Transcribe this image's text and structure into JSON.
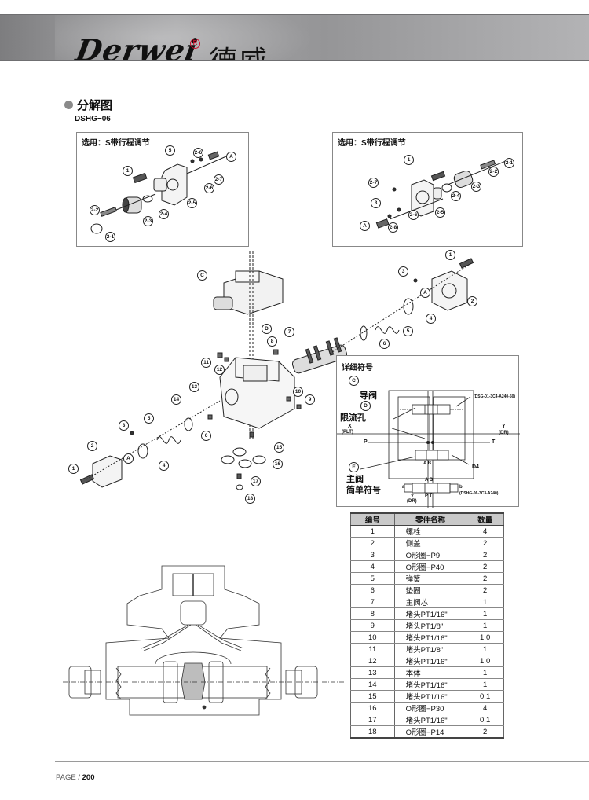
{
  "header": {
    "brand_latin": "Derwei",
    "brand_registered": "R",
    "brand_chinese": "德威"
  },
  "section": {
    "title": "分解图",
    "model": "DSHG−06"
  },
  "option_boxes": [
    {
      "caption": "选用：S带行程调节",
      "labels": [
        "5",
        "2-6",
        "A",
        "1",
        "2-7",
        "2-6",
        "2-5",
        "2-2",
        "2-4",
        "2-3",
        "2-1"
      ]
    },
    {
      "caption": "选用：S带行程调节",
      "labels": [
        "1",
        "2-1",
        "2-2",
        "2-7",
        "2-3",
        "2-4",
        "3",
        "2-6",
        "2-5",
        "A",
        "2-8"
      ]
    }
  ],
  "exploded_view": {
    "labels": [
      "C",
      "D",
      "8",
      "7",
      "6",
      "5",
      "4",
      "A",
      "3",
      "1",
      "2",
      "11",
      "12",
      "13",
      "14",
      "10",
      "9",
      "15",
      "16",
      "17",
      "18",
      "6",
      "5",
      "4",
      "3",
      "2",
      "1",
      "A"
    ]
  },
  "symbol_panel": {
    "title": "详细符号",
    "label_c": "C",
    "label_d": "D",
    "label_e": "E",
    "pilot_valve": "导阀",
    "orifice": "限流孔",
    "main_valve": "主阀",
    "simple_symbol": "简单符号",
    "pilot_model": "(DSG-01-3C4-A240-50)",
    "main_model": "(DSHG-06-3C3-A240)",
    "x_port": "X",
    "x_sub": "(PLT)",
    "y_port": "Y",
    "y_sub": "(DR)",
    "p_port": "P",
    "t_port": "T",
    "d4": "D4",
    "ports_ab": "A B",
    "ports_pt": "P T",
    "y_drain": "Y",
    "y_drain_sub": "(DR)",
    "sol_a": "a",
    "sol_b": "b"
  },
  "parts_table": {
    "headers": [
      "编号",
      "零件名称",
      "数量"
    ],
    "rows": [
      [
        "1",
        "螺栓",
        "4"
      ],
      [
        "2",
        "侧盖",
        "2"
      ],
      [
        "3",
        "O形圈−P9",
        "2"
      ],
      [
        "4",
        "O形圈−P40",
        "2"
      ],
      [
        "5",
        "弹簧",
        "2"
      ],
      [
        "6",
        "垫圈",
        "2"
      ],
      [
        "7",
        "主阀芯",
        "1"
      ],
      [
        "8",
        "堵头PT1/16\"",
        "1"
      ],
      [
        "9",
        "堵头PT1/8\"",
        "1"
      ],
      [
        "10",
        "堵头PT1/16\"",
        "1.0"
      ],
      [
        "11",
        "堵头PT1/8\"",
        "1"
      ],
      [
        "12",
        "堵头PT1/16\"",
        "1.0"
      ],
      [
        "13",
        "本体",
        "1"
      ],
      [
        "14",
        "堵头PT1/16\"",
        "1"
      ],
      [
        "15",
        "堵头PT1/16\"",
        "0.1"
      ],
      [
        "16",
        "O形圈−P30",
        "4"
      ],
      [
        "17",
        "堵头PT1/16\"",
        "0.1"
      ],
      [
        "18",
        "O形圈−P14",
        "2"
      ]
    ]
  },
  "footer": {
    "page_label": "PAGE /",
    "page_number": "200"
  },
  "colors": {
    "banner_gray": "#9a9a9c",
    "registered_red": "#c8102e",
    "table_header": "#c9c9c9",
    "bullet": "#8a8a8a"
  }
}
